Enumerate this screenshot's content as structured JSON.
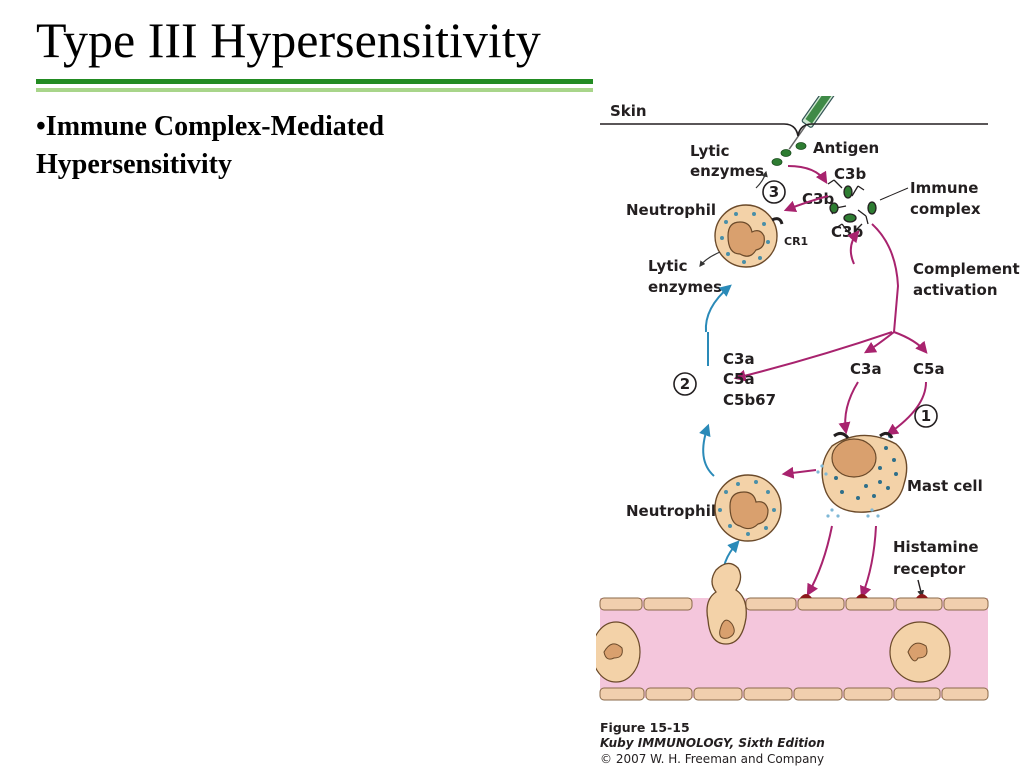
{
  "slide": {
    "title": "Type III Hypersensitivity",
    "bullet": "•Immune Complex-Mediated Hypersensitivity"
  },
  "diagram": {
    "labels": {
      "skin": "Skin",
      "antigen": "Antigen",
      "lytic_enzymes_top": [
        "Lytic",
        "enzymes"
      ],
      "c3b": "C3b",
      "immune_complex": [
        "Immune",
        "complex"
      ],
      "neutrophil": "Neutrophil",
      "cr1": "CR1",
      "lytic_enzymes_mid": [
        "Lytic",
        "enzymes"
      ],
      "complement_activation": [
        "Complement",
        "activation"
      ],
      "c3a": "C3a",
      "c5a": "C5a",
      "mediators": [
        "C3a",
        "C5a",
        "C5b67"
      ],
      "mast_cell": "Mast cell",
      "histamine_receptor": [
        "Histamine",
        "receptor"
      ],
      "step_1": "1",
      "step_2": "2",
      "step_3": "3"
    },
    "caption": {
      "figure": "Figure 15-15",
      "book": "Kuby IMMUNOLOGY, Sixth Edition",
      "copyright": "© 2007 W. H. Freeman and Company"
    },
    "colors": {
      "title_rule_dark": "#228b22",
      "title_rule_light": "#a8d58a",
      "arrow_magenta": "#a8236e",
      "arrow_blue": "#2a8ab8",
      "cell_body": "#f3d2a8",
      "nucleus": "#d9a06e",
      "granule": "#4a8fa8",
      "vessel_lumen": "#f4c6dc",
      "vessel_wall": "#f1cfae",
      "antigen": "#2e7d32",
      "receptor": "#8b1a1a"
    }
  }
}
